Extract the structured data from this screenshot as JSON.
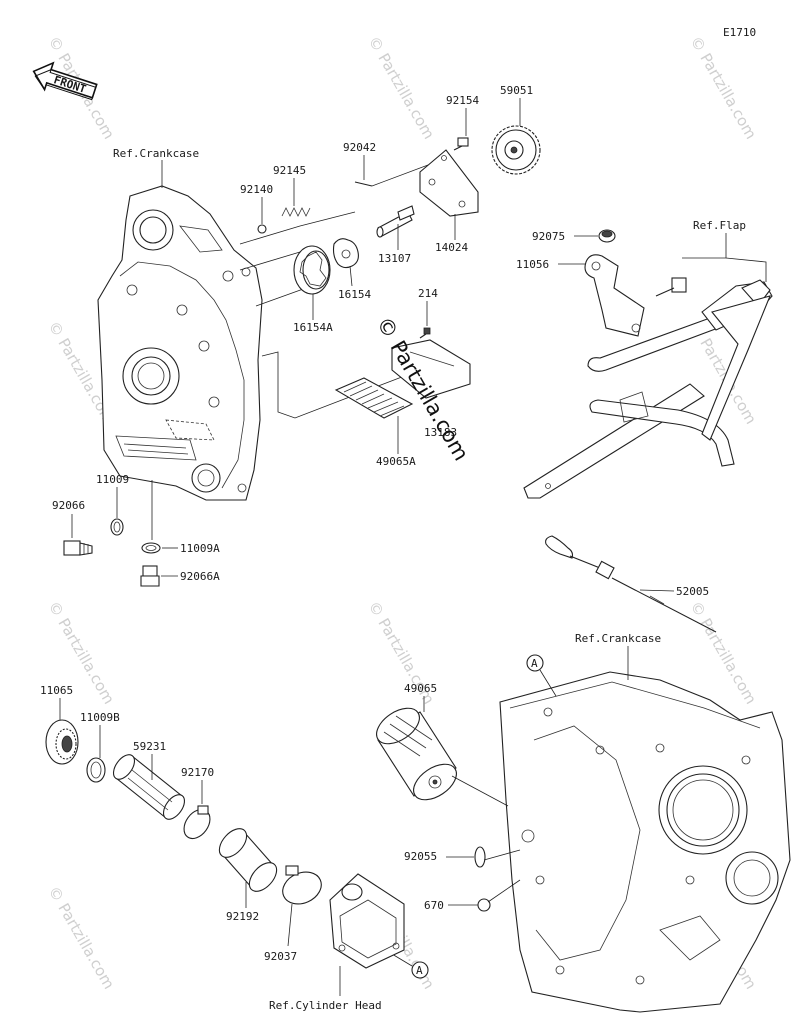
{
  "diagram_code": "E1710",
  "front_label": "FRONT",
  "references": {
    "crankcase_top": "Ref.Crankcase",
    "crankcase_bottom": "Ref.Crankcase",
    "flap": "Ref.Flap",
    "cylinder_head": "Ref.Cylinder Head"
  },
  "callouts": {
    "a_top": "A",
    "a_bottom": "A"
  },
  "parts": {
    "p92154": "92154",
    "p59051": "59051",
    "p92042": "92042",
    "p92145": "92145",
    "p92140": "92140",
    "p14024": "14024",
    "p13107": "13107",
    "p16154": "16154",
    "p16154A": "16154A",
    "p214": "214",
    "p13183": "13183",
    "p49065A": "49065A",
    "p92075": "92075",
    "p11056": "11056",
    "p11009": "11009",
    "p92066": "92066",
    "p11009A": "11009A",
    "p92066A": "92066A",
    "p52005": "52005",
    "p11065": "11065",
    "p11009B": "11009B",
    "p59231": "59231",
    "p92170": "92170",
    "p49065": "49065",
    "p92192": "92192",
    "p92037": "92037",
    "p92055": "92055",
    "p670": "670"
  },
  "watermark": {
    "brand": "© Partzilla.com",
    "center": "© Partzilla.com"
  }
}
